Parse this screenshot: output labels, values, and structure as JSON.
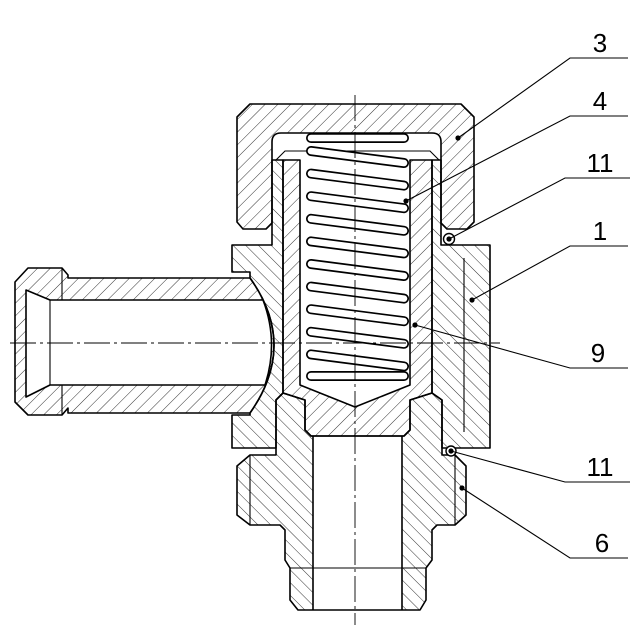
{
  "drawing": {
    "line_color": "#000000",
    "background": "#ffffff",
    "callouts": [
      {
        "label": "3"
      },
      {
        "label": "4"
      },
      {
        "label": "11"
      },
      {
        "label": "1"
      },
      {
        "label": "9"
      },
      {
        "label": "11"
      },
      {
        "label": "6"
      }
    ]
  }
}
